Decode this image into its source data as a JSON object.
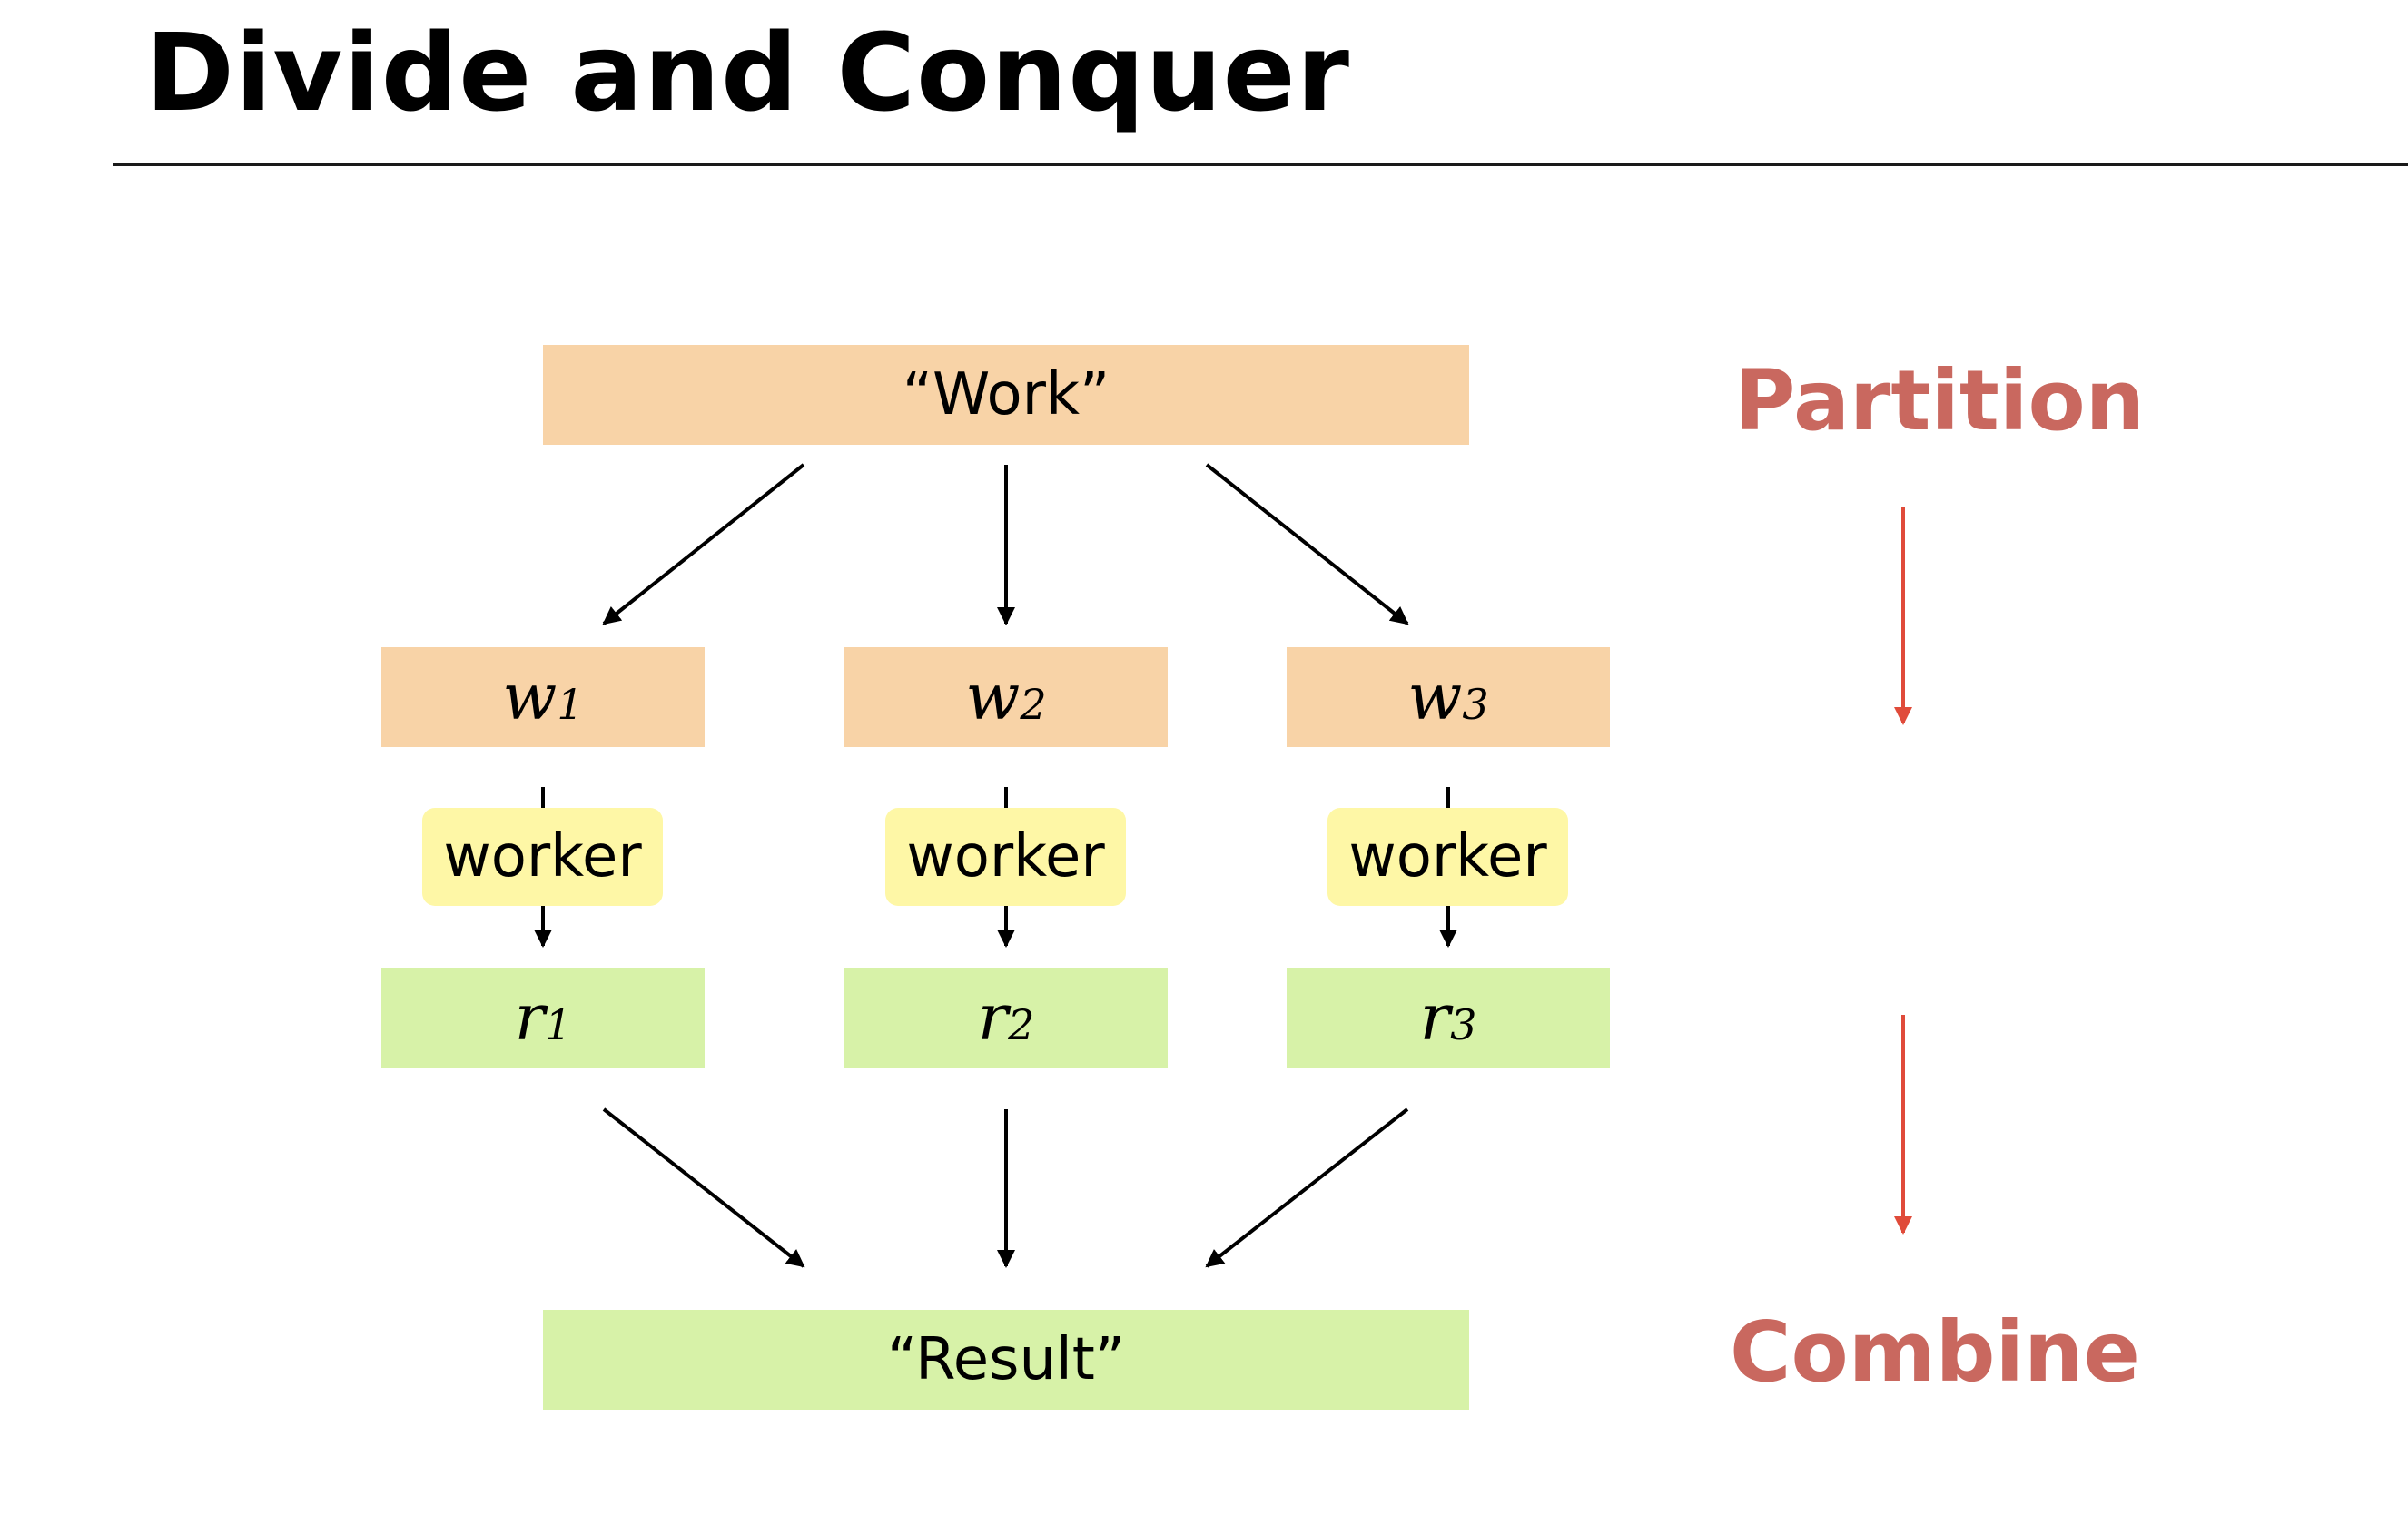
{
  "title": "Divide and Conquer",
  "diagram": {
    "work_label": "“Work”",
    "result_label": "“Result”",
    "partition_label": "Partition",
    "combine_label": "Combine",
    "worker_label": "worker",
    "work_items": [
      {
        "symbol": "w",
        "subscript": "1"
      },
      {
        "symbol": "w",
        "subscript": "2"
      },
      {
        "symbol": "w",
        "subscript": "3"
      }
    ],
    "result_items": [
      {
        "symbol": "r",
        "subscript": "1"
      },
      {
        "symbol": "r",
        "subscript": "2"
      },
      {
        "symbol": "r",
        "subscript": "3"
      }
    ]
  },
  "colors": {
    "work_fill": "#f8d3a7",
    "result_fill": "#d7f2a8",
    "worker_fill": "#fef7a6",
    "side_label": "#c9685f",
    "side_arrow": "#e04b3a"
  }
}
